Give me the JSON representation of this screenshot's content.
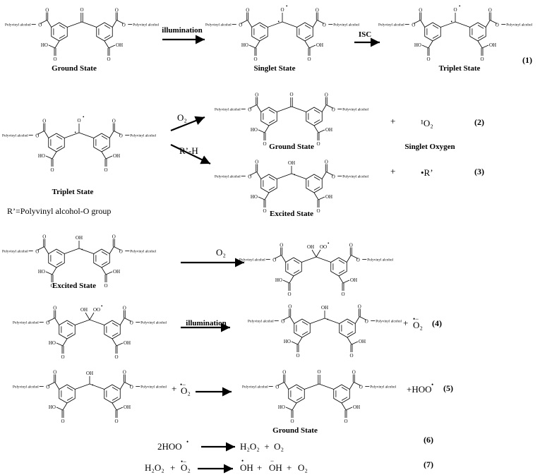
{
  "molecule": {
    "pva_text": "Polyvinyl alcohol",
    "ester_o": "O",
    "carbonyl_o": "O",
    "acid_oh": "OH",
    "acid_ho": "HO",
    "hydroxyl": "OH",
    "peroxy": "OO",
    "radical_o": "O",
    "radical_dot": "•",
    "dash": "—"
  },
  "eq1": {
    "ground_label": "Ground State",
    "arrow1_label": "illumination",
    "singlet_label": "Singlet State",
    "arrow2_label": "ISC",
    "triplet_label": "Triplet State",
    "number": "(1)"
  },
  "eq23": {
    "left_label": "Triplet State",
    "r_definition": "R’=Polyvinyl alcohol-O group",
    "arrow_up_label": "O₂",
    "arrow_down_label": "R’-H",
    "ground_label": "Ground State",
    "excited_label": "Excited State",
    "plus": "+",
    "singlet_oxygen": "¹O₂",
    "singlet_oxygen_label": "Singlet Oxygen",
    "radical_r": "•R’",
    "number2": "(2)",
    "number3": "(3)"
  },
  "eq_excited": {
    "left_label": "Excited State",
    "arrow_label": "O₂"
  },
  "eq4": {
    "arrow_label": "illumination",
    "plus": "+",
    "product": "O₂",
    "product_sup": "•−",
    "number": "(4)"
  },
  "eq5": {
    "plus_reactant": "+",
    "reactant": "O₂",
    "reactant_sup": "•−",
    "product": "+HOO",
    "product_sup": "•",
    "ground_label": "Ground State",
    "number": "(5)"
  },
  "eq6": {
    "reactant": "2HOO",
    "reactant_sup": "•",
    "products": "H₂O₂  +  O₂",
    "number": "(6)"
  },
  "eq7": {
    "reactant_a": "H₂O₂",
    "plus1": "+",
    "reactant_b": "O₂",
    "reactant_b_sup": "•−",
    "product_a": "OH",
    "plus2": "+",
    "product_b": "OH",
    "product_b_sup": "−",
    "plus3": "+",
    "product_c": "O₂",
    "number": "(7)"
  }
}
